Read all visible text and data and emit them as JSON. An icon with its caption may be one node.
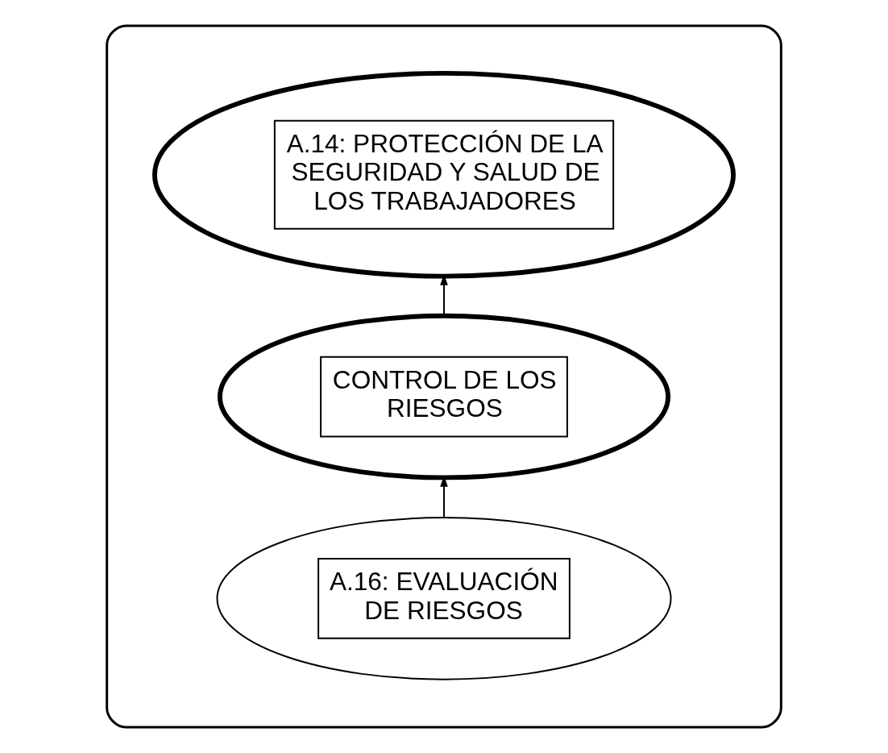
{
  "diagram": {
    "nodes": [
      {
        "text": [],
        "shape": "cylinder"
      },
      {
        "text": [
          "A.14: PROTECCIÓN DE LA SEGURIDAD Y SALUD DE LOS TRABAJADORES"
        ],
        "in": 0
      },
      {
        "text": [
          "CONTROL DE LOS RIESGOS"
        ],
        "in": 0
      },
      {
        "text": [
          "A.16: EVALUACIÓN DE RIESGOS"
        ],
        "in": 0
      }
    ],
    "edges": [
      {
        "from": 3,
        "to": 2,
        "arrow": "to"
      },
      {
        "from": 2,
        "to": 1,
        "arrow": "to"
      }
    ]
  }
}
